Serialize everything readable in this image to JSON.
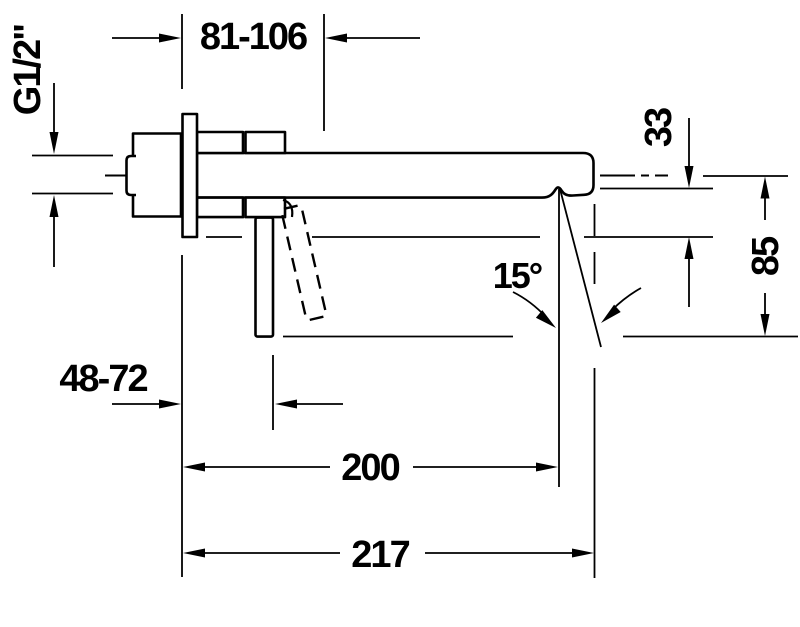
{
  "drawing": {
    "background": "#ffffff",
    "line_color": "#000000",
    "labels": {
      "thread_size": "G1/2\"",
      "wall_to_trim_range": "81-106",
      "center_to_outlet_drop": "33",
      "center_to_handle_bottom": "85",
      "stream_angle": "15°",
      "wall_to_handle_range": "48-72",
      "wall_to_outlet": "200",
      "wall_to_spout_end": "217"
    }
  }
}
